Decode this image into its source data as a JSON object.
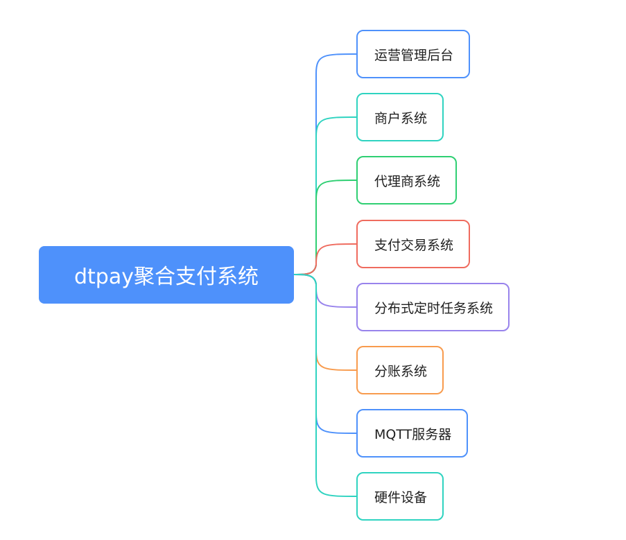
{
  "diagram": {
    "type": "mindmap",
    "root": {
      "label": "dtpay聚合支付系统",
      "color": "#4e91fb"
    },
    "branches": [
      {
        "label": "运营管理后台",
        "color": "#4e91fb"
      },
      {
        "label": "商户系统",
        "color": "#2ed3c0"
      },
      {
        "label": "代理商系统",
        "color": "#2ecf72"
      },
      {
        "label": "支付交易系统",
        "color": "#ef6b5e"
      },
      {
        "label": "分布式定时任务系统",
        "color": "#9883ec"
      },
      {
        "label": "分账系统",
        "color": "#f89b4d"
      },
      {
        "label": "MQTT服务器",
        "color": "#4e91fb"
      },
      {
        "label": "硬件设备",
        "color": "#2ed3c0"
      }
    ]
  }
}
